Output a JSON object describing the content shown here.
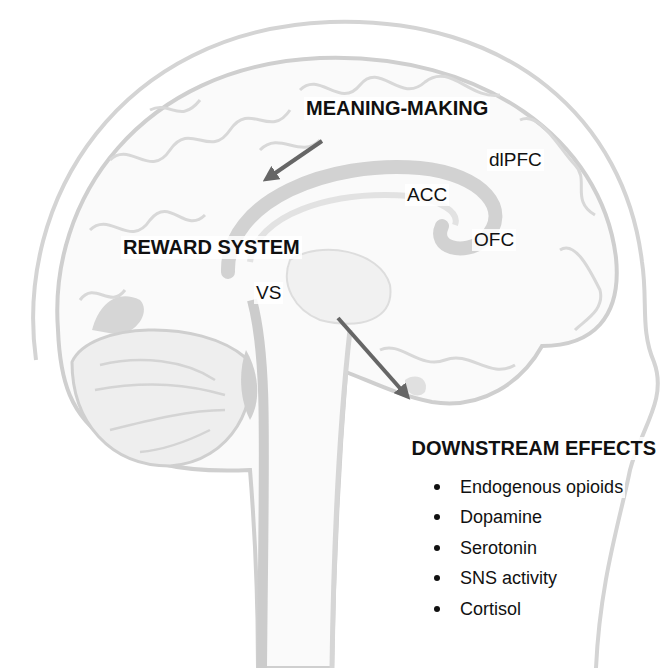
{
  "diagram": {
    "labels": [
      "MEANING-MAKING",
      "dlPFC",
      "ACC",
      "OFC",
      "REWARD SYSTEM",
      "VS",
      "DOWNSTREAM EFFECTS",
      "Endogenous opioids",
      "Dopamine",
      "Serotonin",
      "SNS activity",
      "Cortisol"
    ]
  }
}
